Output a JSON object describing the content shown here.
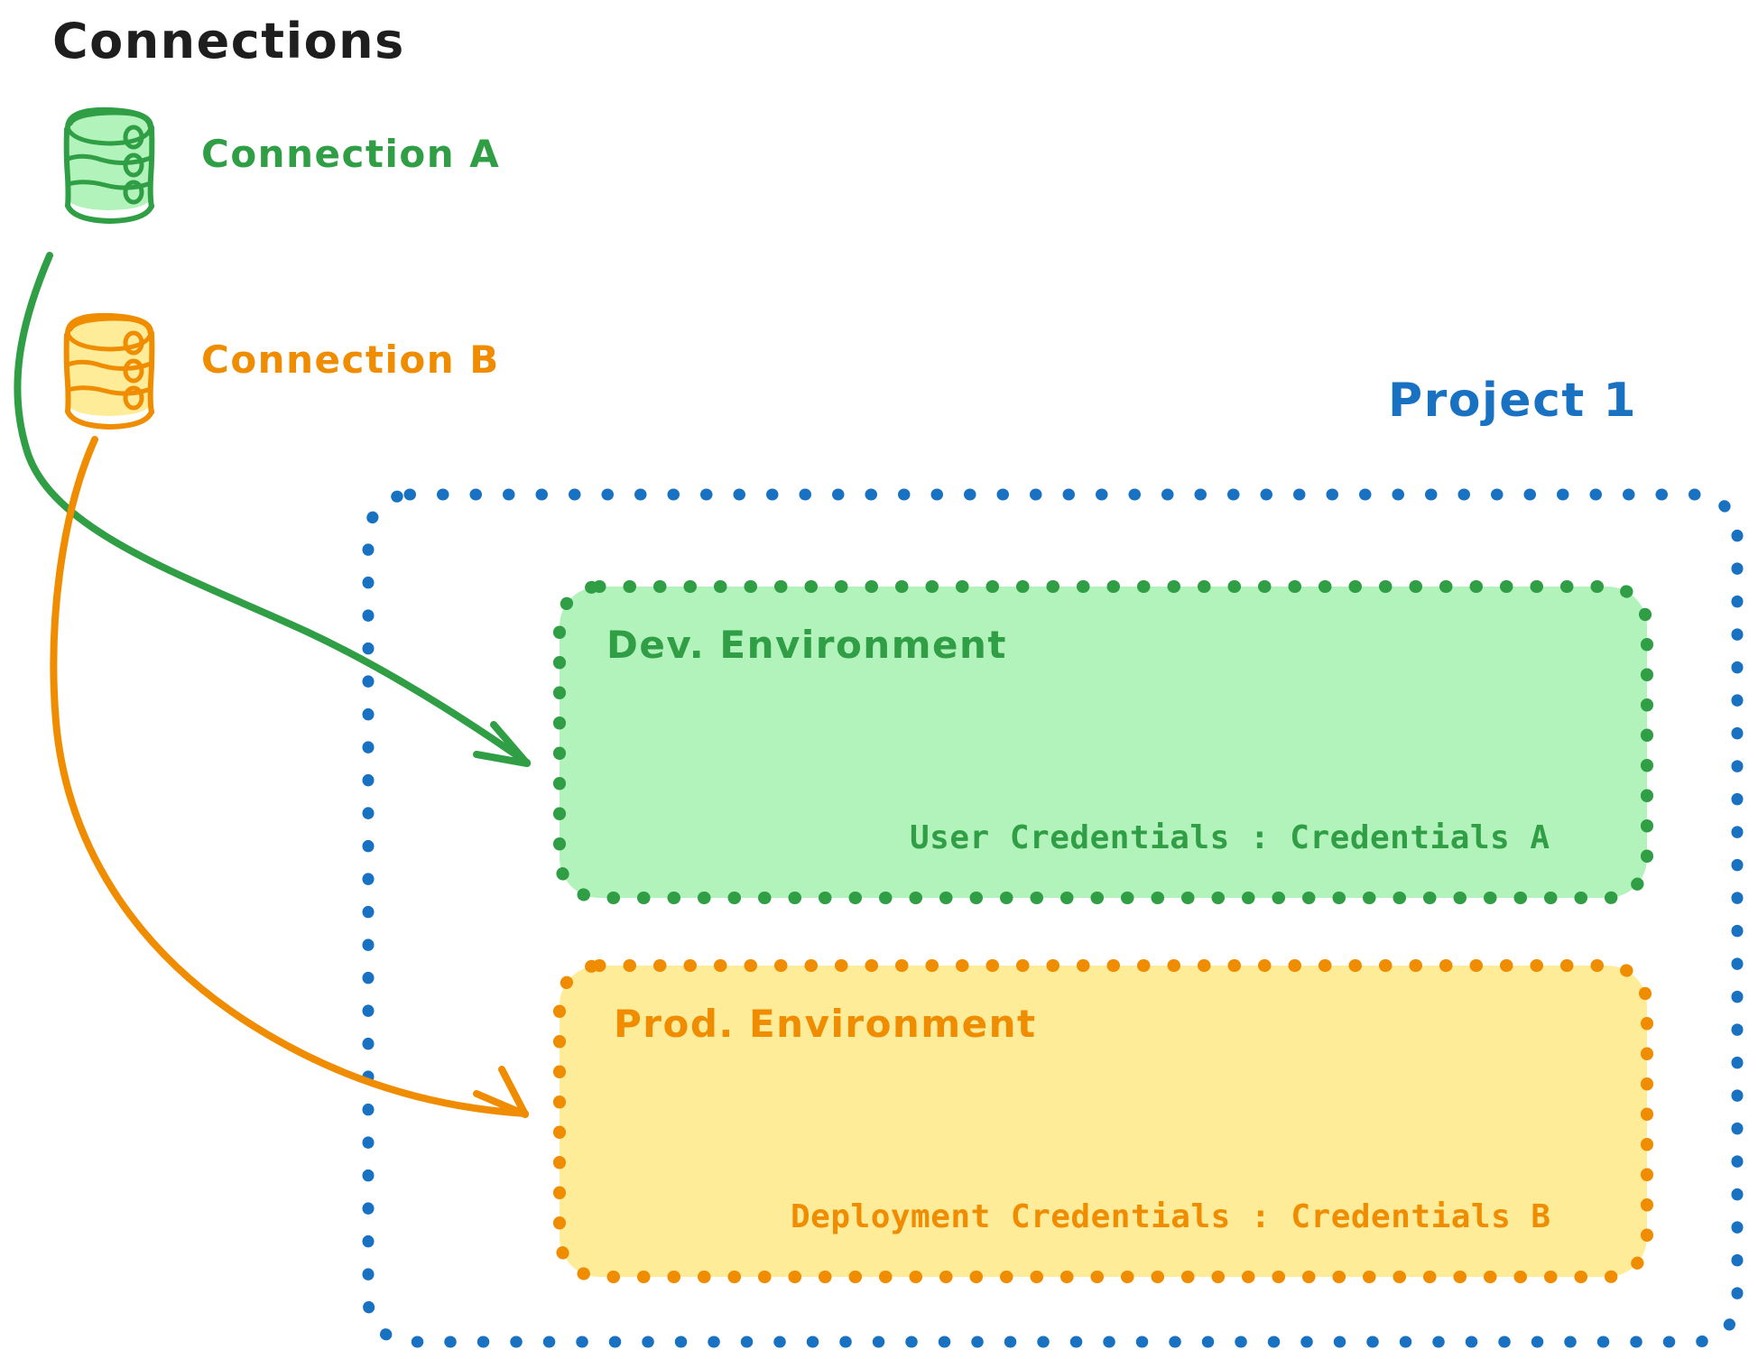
{
  "page": {
    "title": "Connections",
    "background": "#ffffff"
  },
  "colors": {
    "black": "#1e1e1e",
    "green_stroke": "#2f9e44",
    "green_fill": "#b2f2bb",
    "orange_stroke": "#f08c00",
    "orange_fill": "#ffec99",
    "blue_stroke": "#1971c2"
  },
  "connections": {
    "heading": "Connections",
    "items": [
      {
        "label": "Connection A",
        "icon": "database-cylinder-icon",
        "color": "#2f9e44",
        "target": "Dev. Environment"
      },
      {
        "label": "Connection B",
        "icon": "database-cylinder-icon",
        "color": "#f08c00",
        "target": "Prod. Environment"
      }
    ]
  },
  "project": {
    "label": "Project 1",
    "color": "#1971c2",
    "environments": [
      {
        "title": "Dev. Environment",
        "credential_label": "User Credentials",
        "credential_separator": ":",
        "credential_value": "Credentials A",
        "credential_line": "User Credentials : Credentials A",
        "color": "#2f9e44",
        "fill": "#b2f2bb"
      },
      {
        "title": "Prod. Environment",
        "credential_label": "Deployment Credentials",
        "credential_separator": ":",
        "credential_value": "Credentials B",
        "credential_line": "Deployment Credentials : Credentials B",
        "color": "#f08c00",
        "fill": "#ffec99"
      }
    ]
  },
  "arrows": [
    {
      "name": "connection-a-to-dev-arrow",
      "color": "#2f9e44"
    },
    {
      "name": "connection-b-to-prod-arrow",
      "color": "#f08c00"
    }
  ]
}
